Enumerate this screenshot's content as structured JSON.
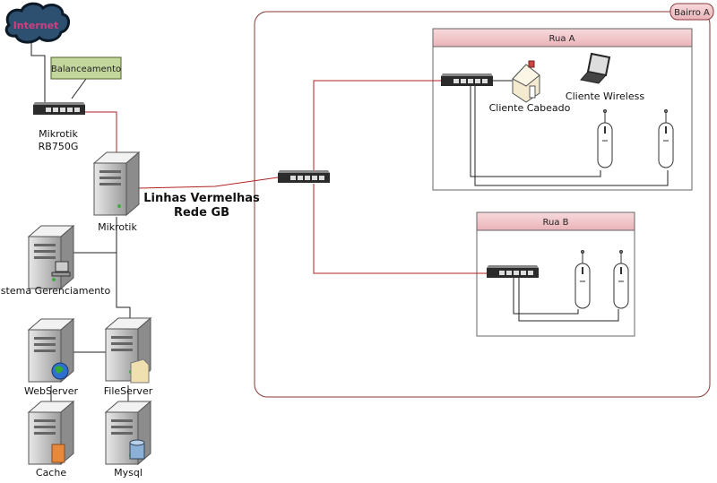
{
  "nodes": {
    "internet": "Internet",
    "balanceamento": "Balanceamento",
    "router_name": "Mikrotik",
    "router_model": "RB750G",
    "mikrotik_server": "Mikrotik",
    "sistema": "Sistema Gerenciamento",
    "webserver": "WebServer",
    "fileserver": "FileServer",
    "cache": "Cache",
    "mysql": "Mysql",
    "cliente_cabeado": "Cliente Cabeado",
    "cliente_wireless": "Cliente Wireless"
  },
  "links": {
    "line1": "Linhas Vermelhas",
    "line2": "Rede GB"
  },
  "groups": {
    "bairro": "Bairro A",
    "rua_a": "Rua A",
    "rua_b": "Rua B"
  },
  "colors": {
    "red_line": "#b22222",
    "group_border": "#8b3a3a",
    "group_header": "#f2c9cc",
    "note": "#c3d69b"
  }
}
